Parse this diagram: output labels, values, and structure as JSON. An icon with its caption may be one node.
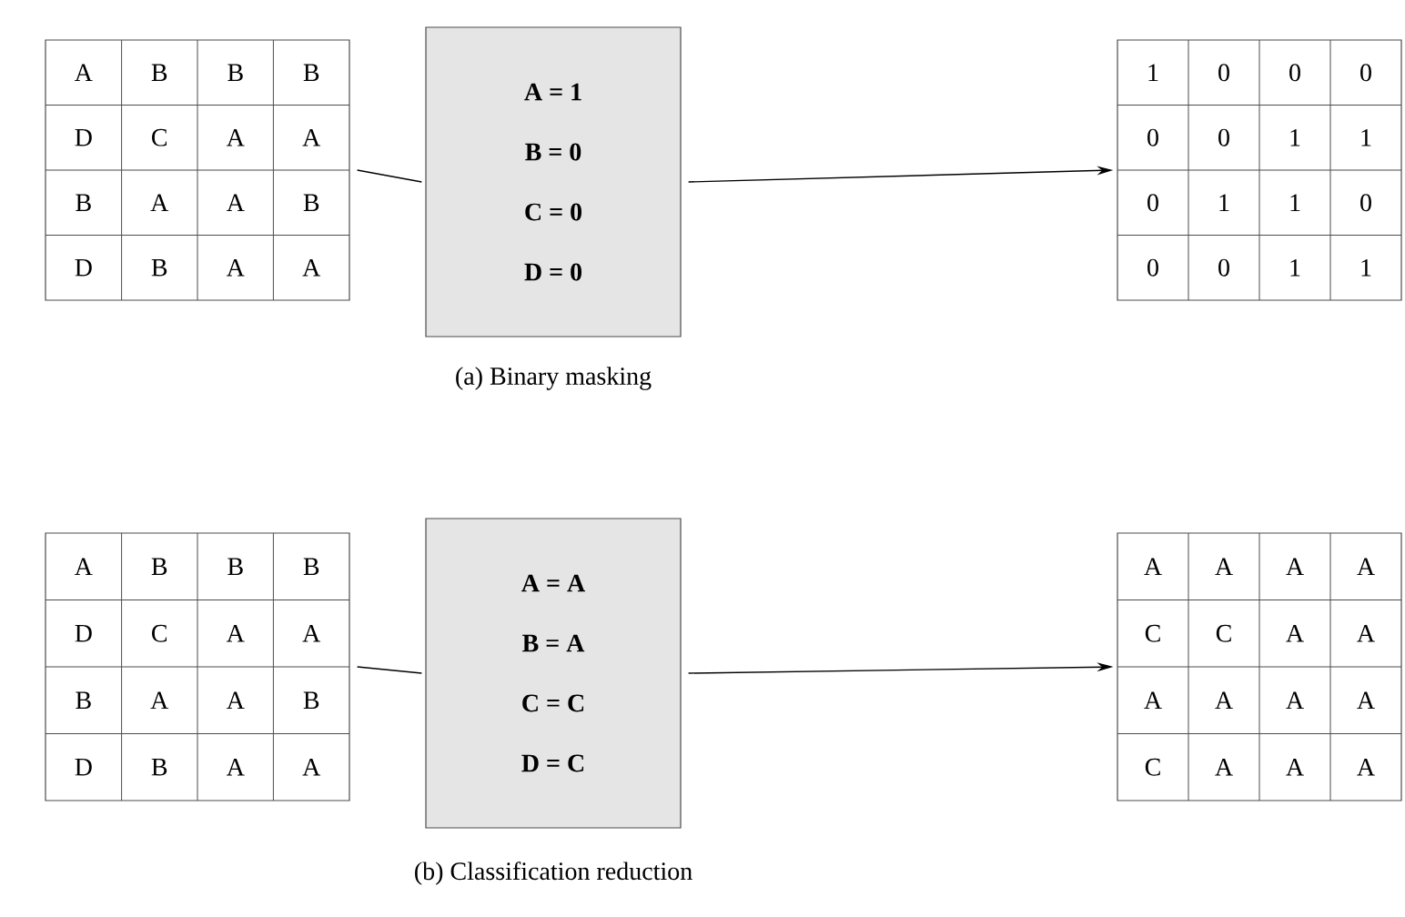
{
  "diagram": {
    "nodes": [
      {
        "text": [
          "A",
          "B",
          "B",
          "B",
          "D",
          "C",
          "A",
          "A",
          "B",
          "A",
          "A",
          "B",
          "D",
          "B",
          "A",
          "A"
        ]
      },
      {
        "text": [
          "A = 1",
          "B = 0",
          "C = 0",
          "D = 0"
        ]
      },
      {
        "text": [
          "1",
          "0",
          "0",
          "0",
          "0",
          "0",
          "1",
          "1",
          "0",
          "1",
          "1",
          "0",
          "0",
          "0",
          "1",
          "1"
        ]
      },
      {
        "text": [
          "A",
          "B",
          "B",
          "B",
          "D",
          "C",
          "A",
          "A",
          "B",
          "A",
          "A",
          "B",
          "D",
          "B",
          "A",
          "A"
        ]
      },
      {
        "text": [
          "A = A",
          "B = A",
          "C = C",
          "D = C"
        ]
      },
      {
        "text": [
          "A",
          "A",
          "A",
          "A",
          "C",
          "C",
          "A",
          "A",
          "A",
          "A",
          "A",
          "A",
          "C",
          "A",
          "A",
          "A"
        ]
      }
    ],
    "edges": [
      {
        "from": 0,
        "to": 1,
        "arrow": "none"
      },
      {
        "from": 1,
        "to": 2,
        "arrow": "to"
      },
      {
        "from": 3,
        "to": 4,
        "arrow": "none"
      },
      {
        "from": 4,
        "to": 5,
        "arrow": "to"
      }
    ],
    "labels": [
      "(a) Binary masking",
      "(b) Classification reduction"
    ]
  }
}
